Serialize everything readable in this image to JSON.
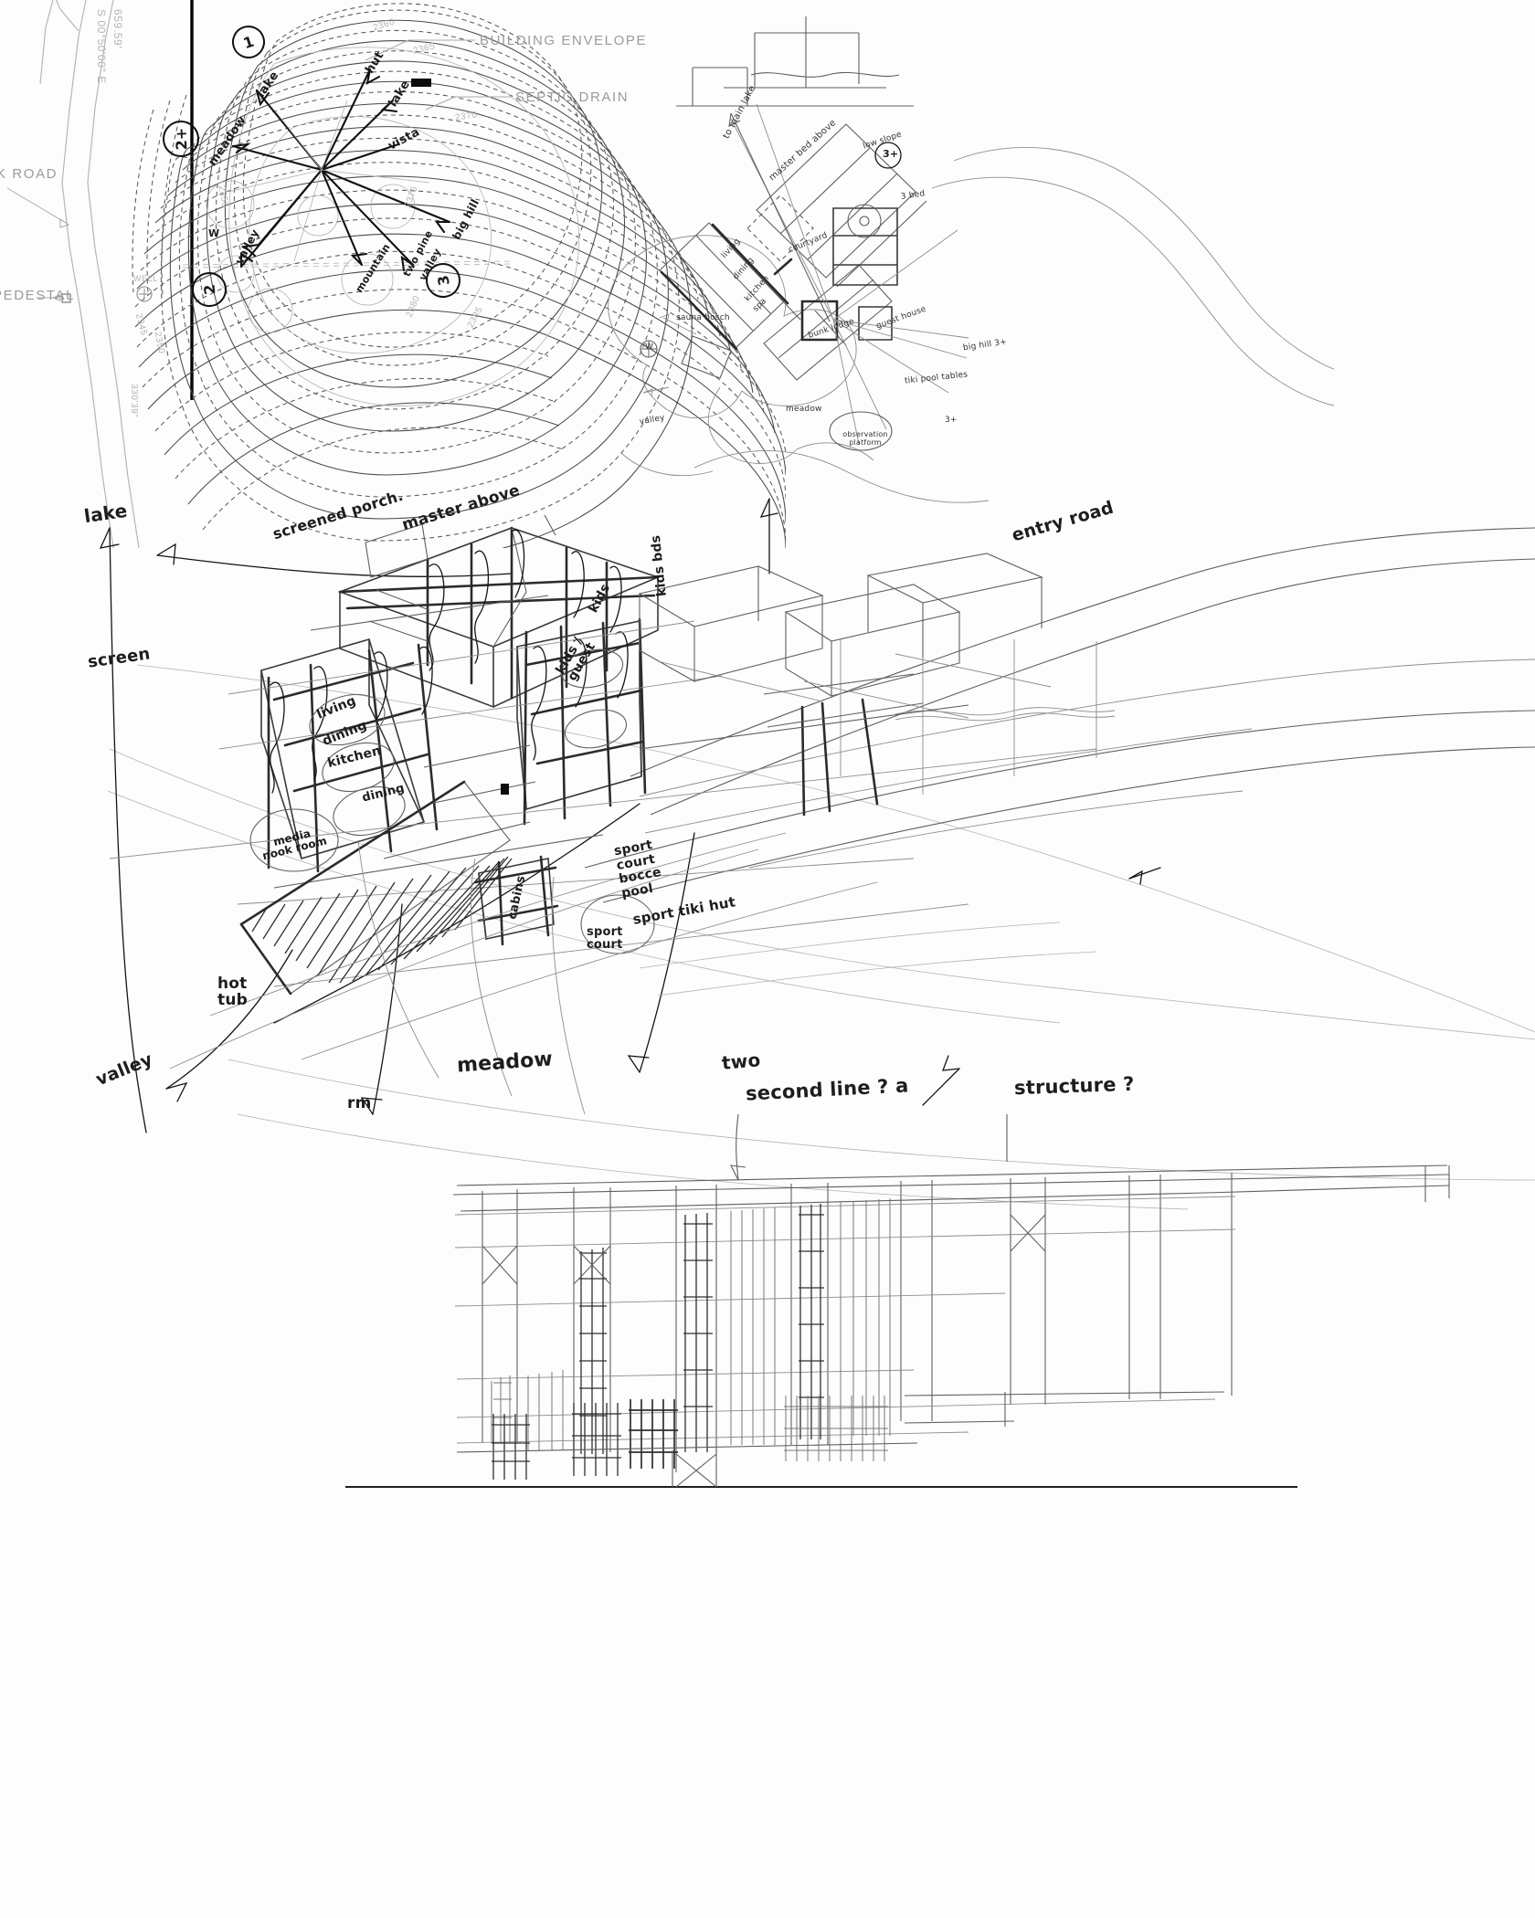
{
  "document": {
    "kind": "architect-hand-sketch-sheet",
    "panels": [
      "site-plan-topo",
      "site-plan-rotated",
      "aerial-perspective",
      "elevation-section"
    ]
  },
  "site_plan": {
    "cad_labels": [
      {
        "text": "BUILDING ENVELOPE"
      },
      {
        "text": "SEPTIC DRAIN"
      },
      {
        "text": "K ROAD"
      },
      {
        "text": "PEDESTAL"
      },
      {
        "text": "WELL"
      }
    ],
    "survey": {
      "distance": "659.59'",
      "bearing": "S 00°50'00\" E",
      "secondary_bearing": "330'39\"",
      "contour_labels": [
        "2345",
        "2350",
        "2355",
        "2360",
        "2365",
        "2370",
        "2375",
        "2380",
        "2385"
      ]
    },
    "view_markers": [
      {
        "label": "1"
      },
      {
        "label": "2+"
      },
      {
        "label": "2"
      },
      {
        "label": "3"
      },
      {
        "label": "W"
      }
    ],
    "view_arrows": [
      {
        "text": "lake"
      },
      {
        "text": "hut"
      },
      {
        "text": "lake"
      },
      {
        "text": "meadow"
      },
      {
        "text": "vista"
      },
      {
        "text": "big hill"
      },
      {
        "text": "valley"
      },
      {
        "text": "mountain"
      },
      {
        "text": "two pine"
      },
      {
        "text": "valley"
      }
    ]
  },
  "rotated_plan": {
    "labels": [
      "to main lake",
      "master bed above",
      "low slope",
      "3 bed",
      "courtyard",
      "living",
      "dining",
      "kitchen",
      "spa",
      "sauna bosch",
      "bunk lodge",
      "guest house",
      "big hill 3+",
      "tiki pool tables",
      "meadow",
      "valley",
      "3+",
      "observation platform",
      "W"
    ],
    "marker": "3+"
  },
  "perspective": {
    "direction_labels": [
      "lake",
      "screen",
      "valley",
      "hot tub",
      "meadow",
      "rm",
      "entry road"
    ],
    "room_labels": [
      "screened porch.",
      "master above",
      "kids / guest",
      "kids",
      "kids bds",
      "living",
      "dining",
      "kitchen",
      "media nook room",
      "cabins"
    ],
    "notes": [
      "sport court bocce pool",
      "sport tiki hut",
      "sport court"
    ]
  },
  "elevation": {
    "notes": [
      "two",
      "second line ? a",
      "structure ?"
    ]
  },
  "colors": {
    "ink": "#111111",
    "pencil": "#5f5f5f",
    "cad_grey": "#9b9b9b",
    "paper": "#ffffff"
  }
}
